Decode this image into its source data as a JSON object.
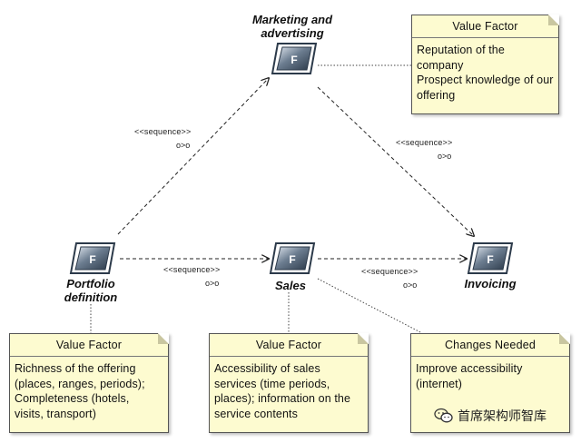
{
  "nodes": {
    "marketing": "Marketing and\nadvertising",
    "portfolio": "Portfolio\ndefinition",
    "sales": "Sales",
    "invoicing": "Invoicing"
  },
  "function_glyph": "F",
  "flows": {
    "sequence_label": "<<sequence>>",
    "sequence_icon": "o>o"
  },
  "notes": {
    "marketing_value": {
      "title": "Value Factor",
      "body": "Reputation of the company\nProspect knowledge of our\noffering"
    },
    "portfolio_value": {
      "title": "Value Factor",
      "body": "Richness of the offering\n(places, ranges, periods);\nCompleteness (hotels,\nvisits, transport)"
    },
    "sales_value": {
      "title": "Value Factor",
      "body": "Accessibility of sales\nservices (time periods,\nplaces); information on the\nservice contents"
    },
    "changes": {
      "title": "Changes Needed",
      "body": "Improve accessibility\n(internet)"
    }
  },
  "watermark": {
    "text": "首席架构师智库",
    "icon": "wechat-icon"
  }
}
